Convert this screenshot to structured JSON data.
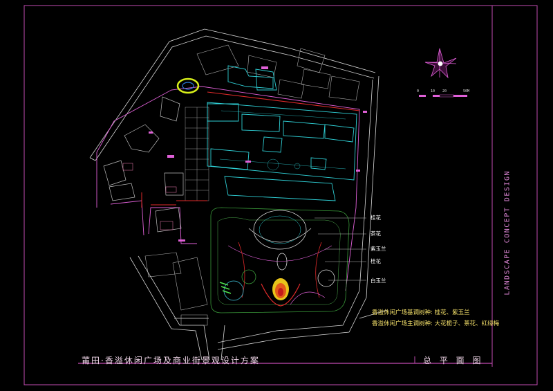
{
  "drawing": {
    "title": "莆田·香溢休闲广场及商业街景观设计方案",
    "plan_name": "总 平 面 图",
    "side_title": "LANDSCAPE CONCEPT DESIGN",
    "notes": [
      "香溢休闲广场基调树种: 桂花、紫玉兰",
      "香溢休闲广场主调树种: 大花栀子、茶花、红绿梅"
    ],
    "plant_labels": [
      "桂花",
      "茶花",
      "紫玉兰",
      "桂花",
      "白玉兰"
    ],
    "scale_ticks": [
      "0",
      "10",
      "20",
      "50M"
    ]
  },
  "colors": {
    "background": "#000000",
    "frame": "#d24fc0",
    "cyan_buildings": "#2fd0d6",
    "road_lines": "#e8e8e8",
    "pink_lines": "#e060d8",
    "plaza_green": "#3a9a3a",
    "red_lines": "#e02a2a"
  }
}
